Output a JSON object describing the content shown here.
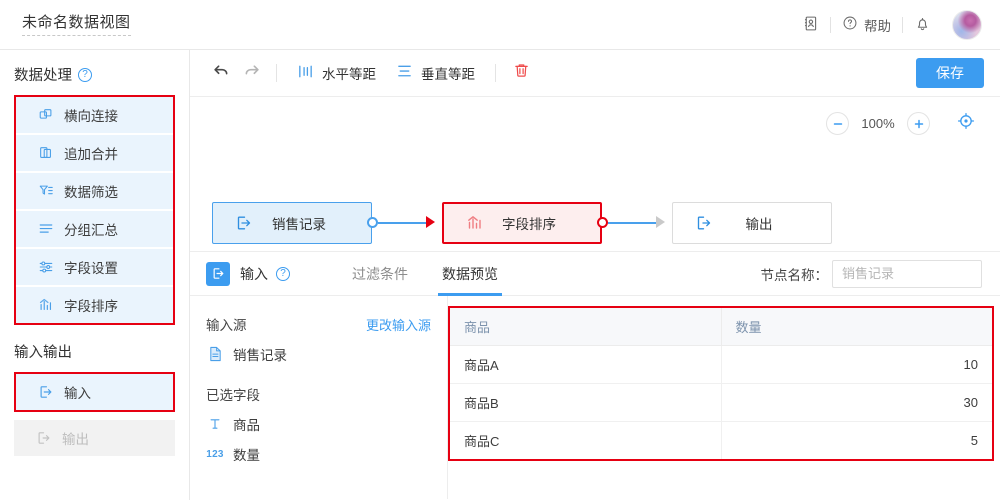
{
  "header": {
    "doc_title": "未命名数据视图",
    "contacts_icon": "address-book-icon",
    "help_label": "帮助",
    "help_icon": "question-circle-icon",
    "bell_icon": "bell-icon",
    "avatar": "user-avatar"
  },
  "sidebar": {
    "section1_title": "数据处理",
    "section1_help_icon": "question-circle-icon",
    "section1_items": [
      {
        "label": "横向连接",
        "icon": "horizontal-join-icon"
      },
      {
        "label": "追加合并",
        "icon": "append-merge-icon"
      },
      {
        "label": "数据筛选",
        "icon": "filter-icon"
      },
      {
        "label": "分组汇总",
        "icon": "group-summary-icon"
      },
      {
        "label": "字段设置",
        "icon": "field-settings-icon"
      },
      {
        "label": "字段排序",
        "icon": "field-sort-icon"
      }
    ],
    "section2_title": "输入输出",
    "section2_items": [
      {
        "label": "输入",
        "icon": "input-icon",
        "disabled": false
      },
      {
        "label": "输出",
        "icon": "output-icon",
        "disabled": true
      }
    ]
  },
  "toolbar": {
    "undo_icon": "undo-icon",
    "redo_icon": "redo-icon",
    "horizontal_label": "水平等距",
    "horizontal_icon": "distribute-horizontal-icon",
    "vertical_label": "垂直等距",
    "vertical_icon": "distribute-vertical-icon",
    "delete_icon": "trash-icon",
    "save_label": "保存"
  },
  "canvas": {
    "zoom_out_icon": "minus-icon",
    "zoom_level": "100%",
    "zoom_in_icon": "plus-icon",
    "fit_icon": "fit-to-screen-icon",
    "nodes": [
      {
        "label": "销售记录",
        "icon": "input-icon",
        "style": "blue"
      },
      {
        "label": "字段排序",
        "icon": "field-sort-icon",
        "style": "red"
      },
      {
        "label": "输出",
        "icon": "output-icon",
        "style": "white"
      }
    ]
  },
  "panel": {
    "node_type_icon": "input-icon",
    "node_type_label": "输入",
    "node_help_icon": "question-circle-icon",
    "tabs": [
      {
        "label": "过滤条件",
        "active": false
      },
      {
        "label": "数据预览",
        "active": true
      }
    ],
    "node_name_label": "节点名称：",
    "node_name_placeholder": "销售记录",
    "node_name_value": "",
    "source_title": "输入源",
    "source_change_link": "更改输入源",
    "source_name": "销售记录",
    "source_icon": "document-icon",
    "fields_title": "已选字段",
    "fields": [
      {
        "label": "商品",
        "type_icon": "text-type-icon"
      },
      {
        "label": "数量",
        "type_icon": "number-type-icon"
      }
    ],
    "table": {
      "columns": [
        "商品",
        "数量"
      ],
      "rows": [
        [
          "商品A",
          "10"
        ],
        [
          "商品B",
          "30"
        ],
        [
          "商品C",
          "5"
        ]
      ]
    }
  },
  "colors": {
    "accent": "#3c9cf0",
    "selection": "#e60012",
    "item_bg": "#eaf4fd"
  }
}
